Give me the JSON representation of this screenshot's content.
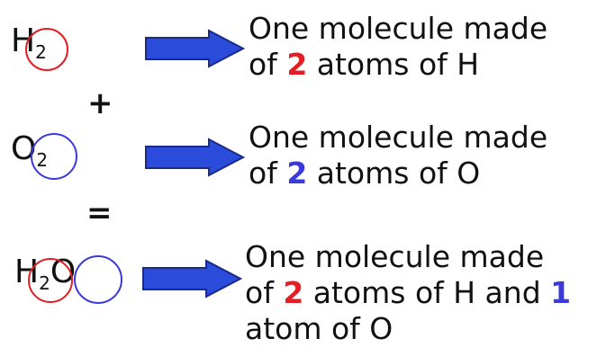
{
  "colors": {
    "hydrogen": "#e31e24",
    "oxygen": "#3a3adb",
    "arrow_fill": "#2b4bdb",
    "arrow_stroke": "#1a2a8a",
    "text": "#111111"
  },
  "rows": [
    {
      "formula": {
        "symbol": "H",
        "subscript": "2"
      },
      "description": {
        "line1": "One molecule made",
        "prefix": "of ",
        "count1": "2",
        "text_after": " atoms of H"
      }
    },
    {
      "formula": {
        "symbol": "O",
        "subscript": "2"
      },
      "description": {
        "line1": "One molecule made",
        "prefix": "of ",
        "count1": "2",
        "text_after": " atoms of O"
      }
    },
    {
      "formula": {
        "symbol1": "H",
        "subscript": "2",
        "symbol2": "O"
      },
      "description": {
        "line1": "One molecule made",
        "prefix": "of ",
        "count1": "2",
        "text_mid": " atoms of H and ",
        "count2": "1",
        "line3": "atom of O"
      }
    }
  ],
  "operators": {
    "plus": "+",
    "equals": "="
  }
}
